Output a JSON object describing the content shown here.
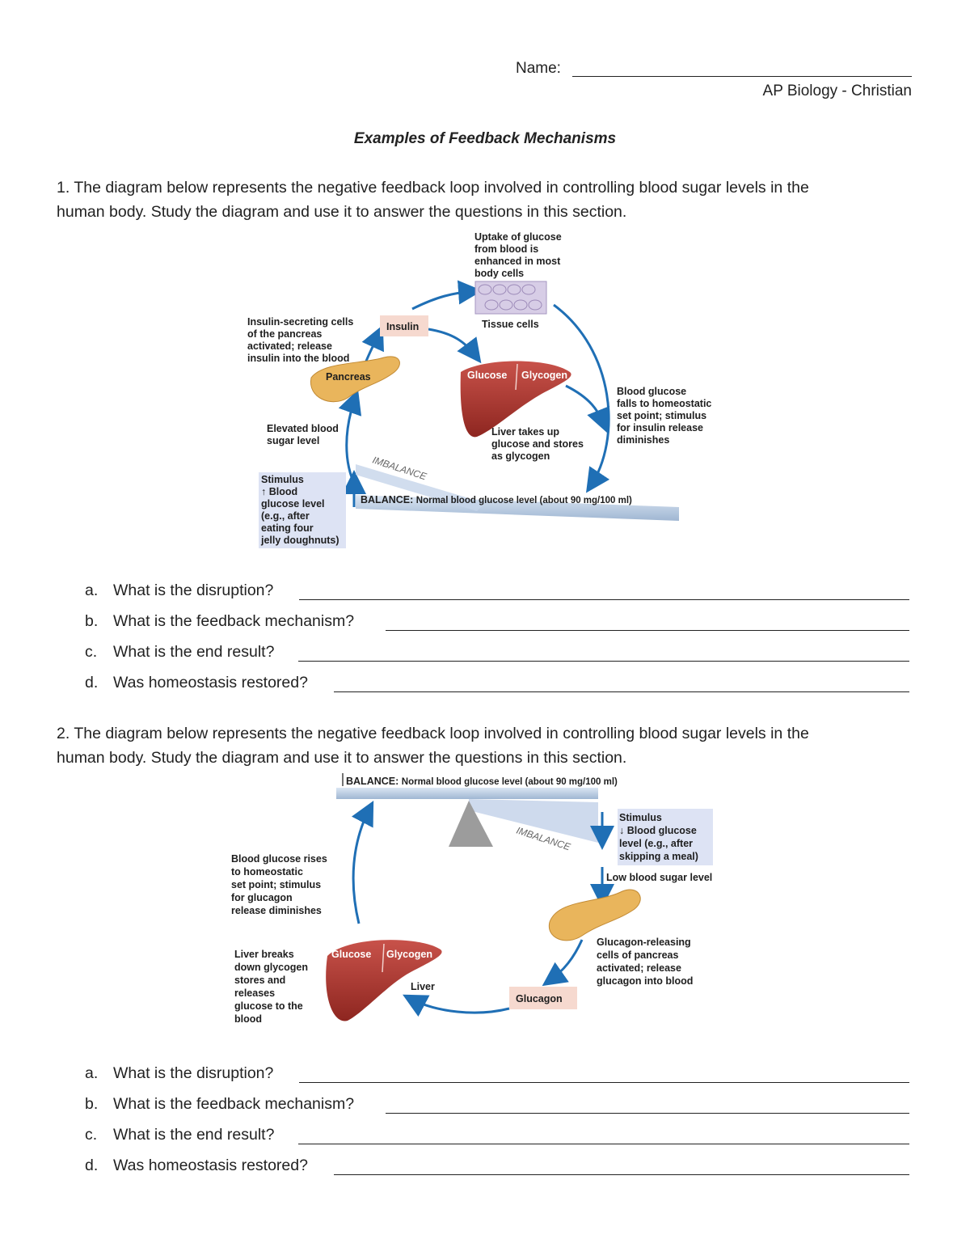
{
  "header": {
    "name_label": "Name:",
    "course": "AP Biology - Christian"
  },
  "title": "Examples of Feedback Mechanisms",
  "section1": {
    "intro_line1": "1. The diagram below represents the negative feedback loop involved in controlling blood sugar levels in the",
    "intro_line2": "human body. Study the diagram and use it to answer the questions in this section.",
    "diagram": {
      "uptake": [
        "Uptake of glucose",
        "from blood is",
        "enhanced in most",
        "body cells"
      ],
      "tissue_cells": "Tissue cells",
      "insulin_secreting": [
        "Insulin-secreting cells",
        "of the pancreas",
        "activated; release",
        "insulin into the blood"
      ],
      "insulin": "Insulin",
      "pancreas": "Pancreas",
      "glucose": "Glucose",
      "glycogen": "Glycogen",
      "elevated": [
        "Elevated blood",
        "sugar level"
      ],
      "liver_takes": [
        "Liver takes up",
        "glucose and stores",
        "as glycogen"
      ],
      "falls": [
        "Blood glucose",
        "falls to homeostatic",
        "set point; stimulus",
        "for insulin release",
        "diminishes"
      ],
      "imbalance": "IMBALANCE",
      "stimulus": [
        "Stimulus",
        "↑ Blood",
        "glucose level",
        "(e.g., after",
        "eating four",
        "jelly doughnuts)"
      ],
      "balance_strong": "BALANCE:",
      "balance_rest": "Normal blood glucose level (about 90 mg/100 ml)"
    },
    "questions": [
      {
        "letter": "a.",
        "text": "What is the disruption?"
      },
      {
        "letter": "b.",
        "text": "What is the feedback mechanism?"
      },
      {
        "letter": "c.",
        "text": "What is the end result?"
      },
      {
        "letter": "d.",
        "text": "Was homeostasis restored?"
      }
    ]
  },
  "section2": {
    "intro_line1": "2. The diagram below represents the negative feedback loop involved in controlling blood sugar levels in the",
    "intro_line2": "human body. Study the diagram and use it to answer the questions in this section.",
    "diagram": {
      "balance_strong": "BALANCE:",
      "balance_rest": "Normal blood glucose level (about 90 mg/100 ml)",
      "stimulus": [
        "Stimulus",
        "↓ Blood glucose",
        "level (e.g., after",
        "skipping a meal)"
      ],
      "imbalance": "IMBALANCE",
      "rises": [
        "Blood glucose rises",
        "to homeostatic",
        "set point; stimulus",
        "for glucagon",
        "release diminishes"
      ],
      "low": "Low blood sugar level",
      "glucagon_releasing": [
        "Glucagon-releasing",
        "cells of pancreas",
        "activated; release",
        "glucagon into blood"
      ],
      "liver_breaks": [
        "Liver breaks",
        "down glycogen",
        "stores and",
        "releases",
        "glucose to the",
        "blood"
      ],
      "glucose": "Glucose",
      "glycogen": "Glycogen",
      "liver": "Liver",
      "glucagon": "Glucagon"
    },
    "questions": [
      {
        "letter": "a.",
        "text": "What is the disruption?"
      },
      {
        "letter": "b.",
        "text": "What is the feedback mechanism?"
      },
      {
        "letter": "c.",
        "text": "What is the end result?"
      },
      {
        "letter": "d.",
        "text": "Was homeostasis restored?"
      }
    ]
  }
}
